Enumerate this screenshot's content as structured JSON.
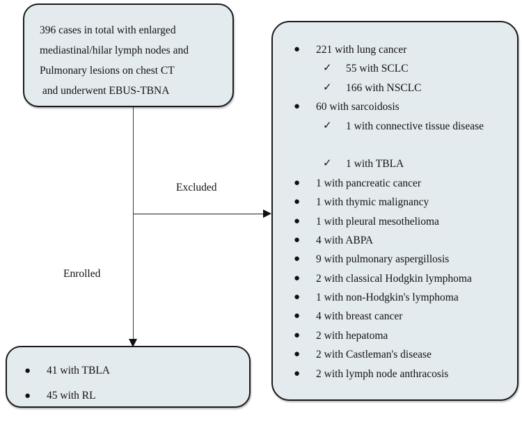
{
  "figure": {
    "type": "flowchart",
    "background_color": "#ffffff",
    "box_fill_color": "#e4ebee",
    "box_border_color": "#1a1a1a"
  },
  "top_box": {
    "lines": [
      "396 cases in total with enlarged",
      "mediastinal/hilar lymph nodes and",
      "Pulmonary lesions on chest CT",
      " and underwent EBUS-TBNA"
    ]
  },
  "connectors": {
    "excluded_label": "Excluded",
    "enrolled_label": "Enrolled"
  },
  "excluded_box": {
    "items": [
      {
        "marker": "bullet",
        "level": 1,
        "text": "221 with lung cancer"
      },
      {
        "marker": "check",
        "level": 2,
        "text": "55 with SCLC"
      },
      {
        "marker": "check",
        "level": 2,
        "text": "166 with NSCLC"
      },
      {
        "marker": "bullet",
        "level": 1,
        "text": "60 with sarcoidosis"
      },
      {
        "marker": "check",
        "level": 2,
        "text": "1 with connective tissue disease",
        "wrapped": true
      },
      {
        "marker": "check",
        "level": 2,
        "text": "1 with TBLA"
      },
      {
        "marker": "bullet",
        "level": 1,
        "text": "1 with pancreatic cancer"
      },
      {
        "marker": "bullet",
        "level": 1,
        "text": "1 with thymic malignancy"
      },
      {
        "marker": "bullet",
        "level": 1,
        "text": "1 with pleural mesothelioma"
      },
      {
        "marker": "bullet",
        "level": 1,
        "text": "4 with ABPA"
      },
      {
        "marker": "bullet",
        "level": 1,
        "text": "9 with pulmonary aspergillosis"
      },
      {
        "marker": "bullet",
        "level": 1,
        "text": "2 with classical Hodgkin lymphoma"
      },
      {
        "marker": "bullet",
        "level": 1,
        "text": "1 with non-Hodgkin's lymphoma"
      },
      {
        "marker": "bullet",
        "level": 1,
        "text": "4 with breast cancer"
      },
      {
        "marker": "bullet",
        "level": 1,
        "text": "2 with hepatoma"
      },
      {
        "marker": "bullet",
        "level": 1,
        "text": "2 with Castleman's disease"
      },
      {
        "marker": "bullet",
        "level": 1,
        "text": "2 with lymph node anthracosis"
      }
    ]
  },
  "enrolled_box": {
    "items": [
      {
        "marker": "bullet",
        "level": 1,
        "text": "41 with TBLA"
      },
      {
        "marker": "bullet",
        "level": 1,
        "text": "45 with RL"
      }
    ]
  },
  "glyphs": {
    "bullet": "●",
    "check": "✓"
  }
}
